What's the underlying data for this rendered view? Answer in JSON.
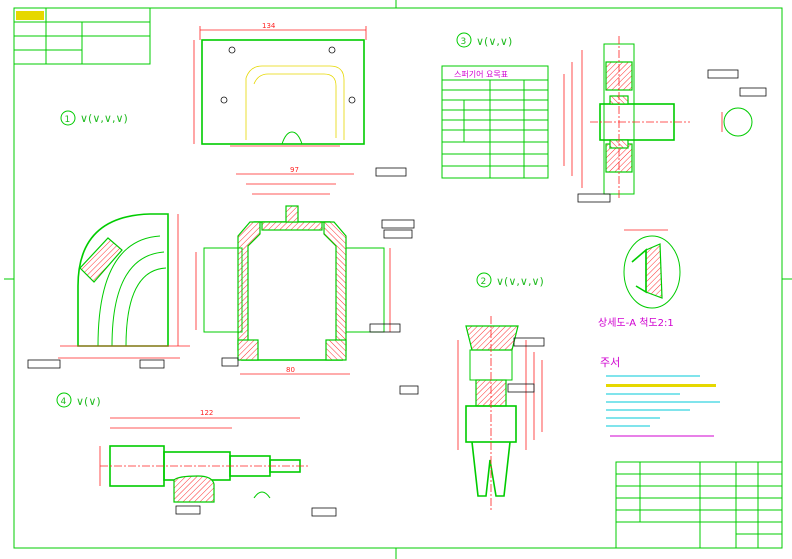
{
  "drawing": {
    "title_block_top": {
      "rows": [
        {
          "label": "",
          "value": ""
        },
        {
          "label": "",
          "value": ""
        },
        {
          "label": "",
          "value": ""
        },
        {
          "label": "",
          "value": ""
        }
      ]
    },
    "views": [
      {
        "number": "1",
        "symbol": "∨(∨,∨,∨)"
      },
      {
        "number": "2",
        "symbol": "∨(∨,∨,∨)"
      },
      {
        "number": "3",
        "symbol": "∨(∨,∨)"
      },
      {
        "number": "4",
        "symbol": "∨(∨)"
      }
    ],
    "gear_table": {
      "title": "스퍼기어 요목표",
      "rows": [
        [
          "",
          "",
          ""
        ],
        [
          "",
          "",
          ""
        ],
        [
          "",
          "",
          ""
        ],
        [
          "",
          "",
          ""
        ],
        [
          "",
          "",
          ""
        ],
        [
          "",
          "",
          ""
        ],
        [
          "",
          "",
          ""
        ],
        [
          "",
          "",
          ""
        ],
        [
          "",
          "",
          ""
        ]
      ]
    },
    "detail_label": "상세도-A 척도2:1",
    "notes": {
      "title": "주서",
      "lines": [
        "",
        "",
        "",
        "",
        "",
        "",
        ""
      ]
    },
    "dimensions": {
      "top_view_width": "134",
      "front_view_width": "97",
      "shaft_length": "122",
      "body_width": "80"
    },
    "colors": {
      "frame": "#00cc00",
      "dimension": "#ff2222",
      "hidden": "#e6d800",
      "hatch": "#00cc00",
      "text": "#d000d0"
    }
  }
}
